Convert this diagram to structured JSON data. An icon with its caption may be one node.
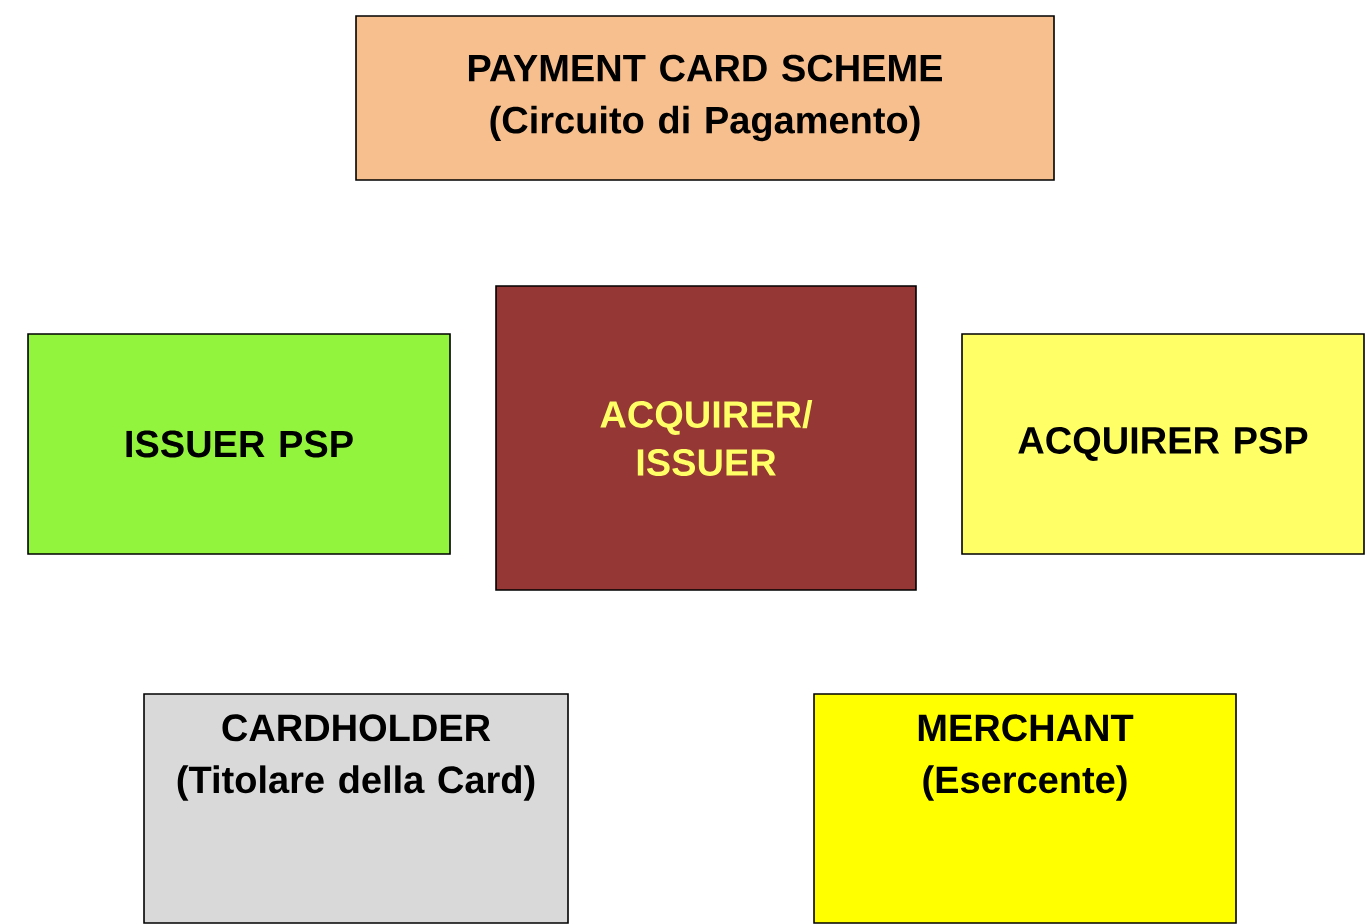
{
  "diagram": {
    "nodes": [
      {
        "text": [
          "PAYMENT CARD SCHEME",
          "(Circuito di Pagamento)"
        ]
      },
      {
        "text": [
          "ISSUER PSP"
        ]
      },
      {
        "text": [
          "ACQUIRER/ ISSUER"
        ]
      },
      {
        "text": [
          "ACQUIRER PSP"
        ]
      },
      {
        "text": [
          "CARDHOLDER",
          "(Titolare della Card)"
        ]
      },
      {
        "text": [
          "MERCHANT",
          "(Esercente)"
        ]
      }
    ]
  }
}
